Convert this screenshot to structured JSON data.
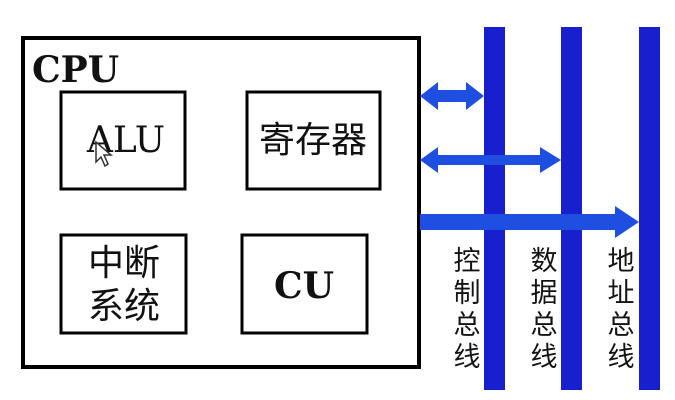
{
  "cpu": {
    "title": "CPU",
    "units": {
      "alu": "ALU",
      "register": "寄存器",
      "interrupt_line1": "中断",
      "interrupt_line2": "系统",
      "cu": "CU"
    }
  },
  "buses": {
    "control": [
      "控",
      "制",
      "总",
      "线"
    ],
    "data": [
      "数",
      "据",
      "总",
      "线"
    ],
    "address": [
      "地",
      "址",
      "总",
      "线"
    ]
  },
  "colors": {
    "bus": "#1720cc",
    "arrow": "#1f4fe0",
    "box_border": "#000000",
    "cursor": "#333333"
  }
}
